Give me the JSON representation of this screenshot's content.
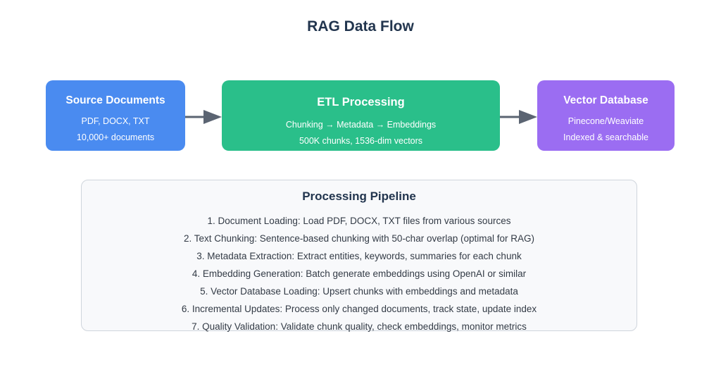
{
  "title": "RAG Data Flow",
  "flow": {
    "nodes": [
      {
        "title": "Source Documents",
        "line1": "PDF, DOCX, TXT",
        "line2": "10,000+ documents",
        "color": "#4a8bf0"
      },
      {
        "title": "ETL Processing",
        "line1": "Chunking → Metadata → Embeddings",
        "line2": "500K chunks, 1536-dim vectors",
        "color": "#2abf8a"
      },
      {
        "title": "Vector Database",
        "line1": "Pinecone/Weaviate",
        "line2": "Indexed & searchable",
        "color": "#9b6df2"
      }
    ],
    "arrow_color": "#5b6472"
  },
  "pipeline": {
    "title": "Processing Pipeline",
    "steps": [
      "1. Document Loading: Load PDF, DOCX, TXT files from various sources",
      "2. Text Chunking: Sentence-based chunking with 50-char overlap (optimal for RAG)",
      "3. Metadata Extraction: Extract entities, keywords, summaries for each chunk",
      "4. Embedding Generation: Batch generate embeddings using OpenAI or similar",
      "5. Vector Database Loading: Upsert chunks with embeddings and metadata",
      "6. Incremental Updates: Process only changed documents, track state, update index",
      "7. Quality Validation: Validate chunk quality, check embeddings, monitor metrics"
    ],
    "panel_background": "#f8f9fb",
    "panel_border": "#cfd5dc"
  },
  "colors": {
    "title_text": "#22354e",
    "node_text": "#ffffff",
    "step_text": "#333b46"
  }
}
